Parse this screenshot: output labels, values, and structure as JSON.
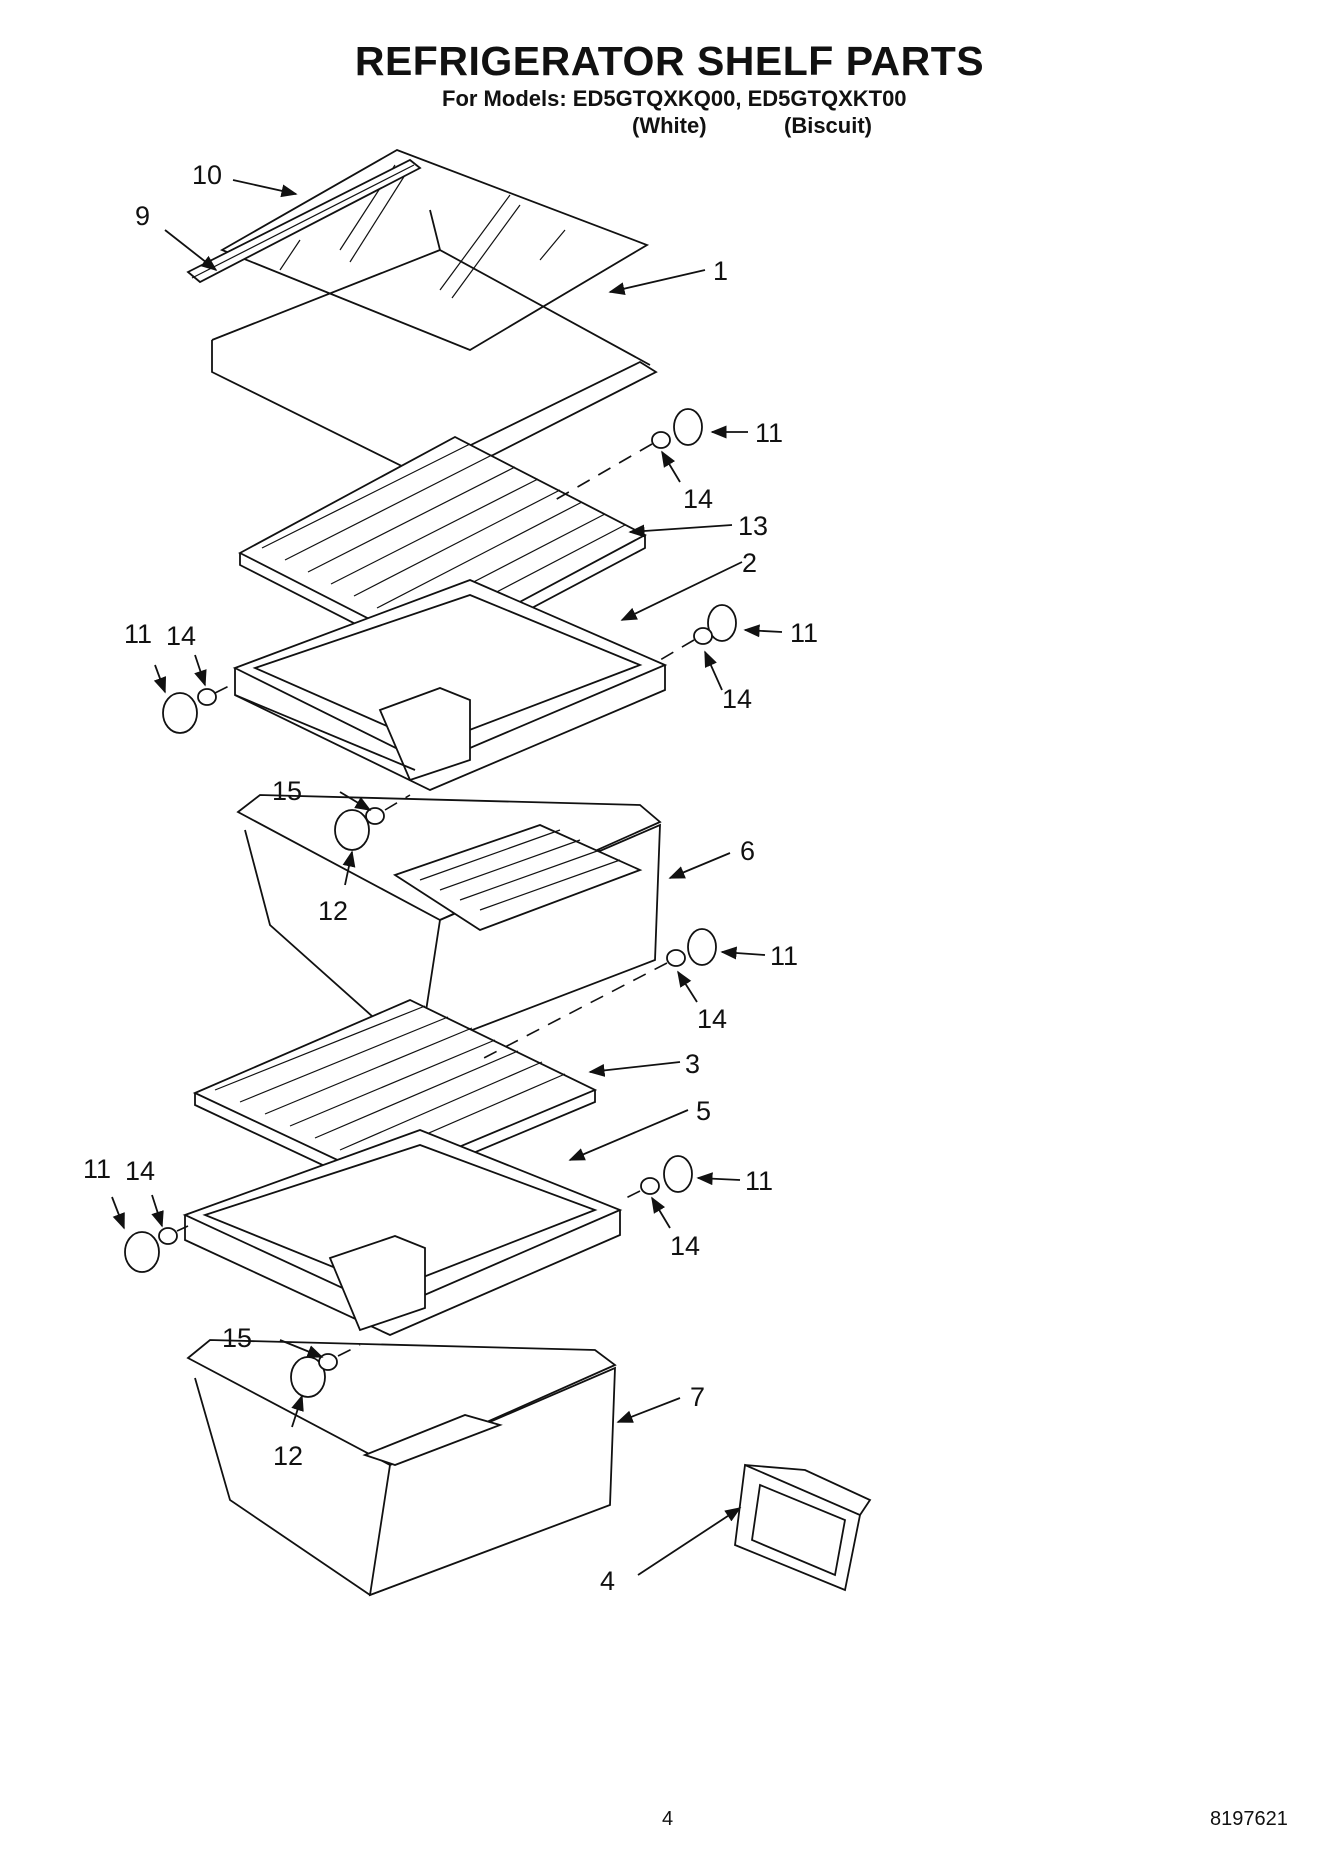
{
  "header": {
    "title": "REFRIGERATOR SHELF PARTS",
    "models_line": "For Models: ED5GTQXKQ00, ED5GTQXKT00",
    "variant_white": "(White)",
    "variant_biscuit": "(Biscuit)"
  },
  "footer": {
    "page_number": "4",
    "document_number": "8197621"
  },
  "callouts": {
    "c10": "10",
    "c9": "9",
    "c1": "1",
    "c11_a": "11",
    "c14_a": "14",
    "c13": "13",
    "c2": "2",
    "c11_b": "11",
    "c14_b": "14",
    "c11_c": "11",
    "c14_c": "14",
    "c15_a": "15",
    "c6": "6",
    "c12_a": "12",
    "c11_d": "11",
    "c14_d": "14",
    "c3": "3",
    "c5": "5",
    "c11_e": "11",
    "c14_e": "14",
    "c11_f": "11",
    "c14_f": "14",
    "c15_b": "15",
    "c7": "7",
    "c12_b": "12",
    "c4": "4"
  }
}
